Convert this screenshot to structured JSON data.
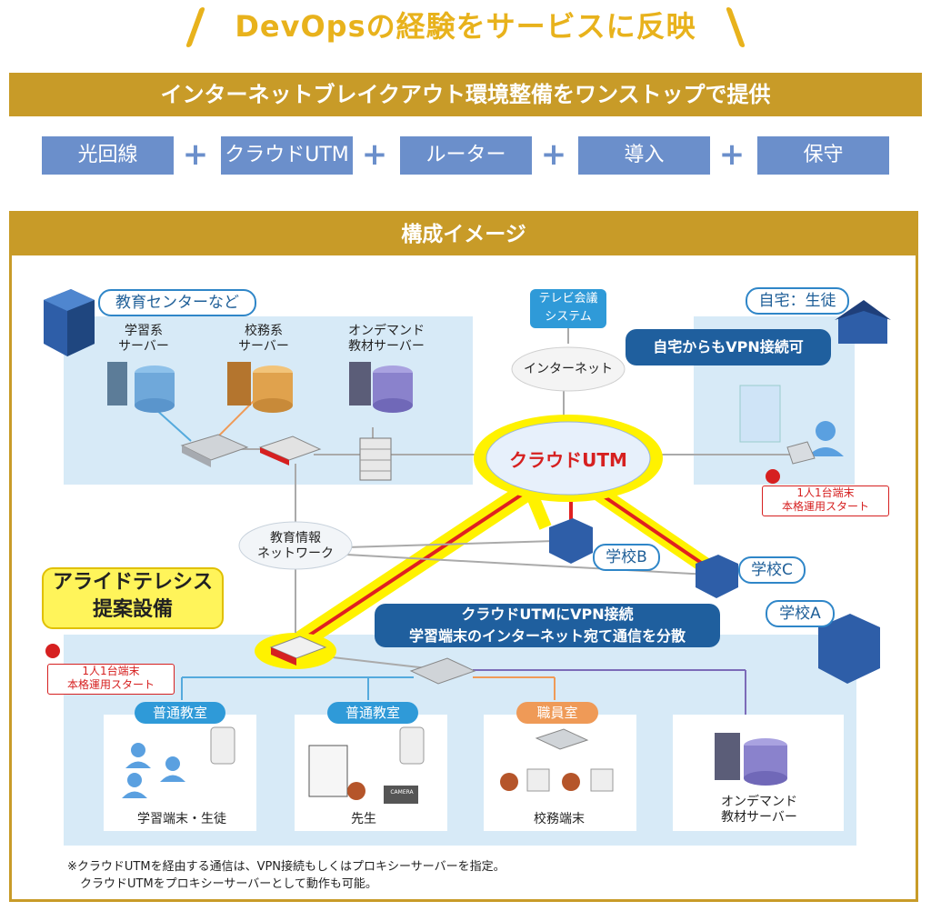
{
  "header": {
    "title": "DevOpsの経験をサービスに反映",
    "banner": "インターネットブレイクアウト環境整備をワンストップで提供"
  },
  "components": [
    "光回線",
    "クラウドUTM",
    "ルーター",
    "導入",
    "保守"
  ],
  "plus_sign": "+",
  "diagram": {
    "title": "構成イメージ",
    "education_center": "教育センターなど",
    "learning_server": "学習系\nサーバー",
    "admin_server": "校務系\nサーバー",
    "ondemand_server": "オンデマンド\n教材サーバー",
    "tv_conf": "テレビ会議\nシステム",
    "internet": "インターネット",
    "cloud_utm": "クラウドUTM",
    "home": "自宅：生徒",
    "home_vpn": "自宅からもVPN接続可",
    "one_device_home": "1人1台端末\n本格運用スタート",
    "edu_network": "教育情報\nネットワーク",
    "school_b": "学校B",
    "school_c": "学校C",
    "school_a": "学校A",
    "allied": "アライドテレシス\n提案設備",
    "vpn_callout": "クラウドUTMにVPN接続\n学習端末のインターネット宛て通信を分散",
    "one_device_school": "1人1台端末\n本格運用スタート",
    "room1": "普通教室",
    "room2": "普通教室",
    "room3": "職員室",
    "student_terminal": "学習端末・生徒",
    "teacher": "先生",
    "admin_terminal": "校務端末",
    "ondemand_server2": "オンデマンド\n教材サーバー",
    "camera": "CAMERA",
    "note1": "※クラウドUTMを経由する通信は、VPN接続もしくはプロキシーサーバーを指定。",
    "note2": "クラウドUTMをプロキシーサーバーとして動作も可能。"
  },
  "colors": {
    "gold": "#c89b28",
    "title_gold": "#e8b21c",
    "pill_blue": "#6b8fcb",
    "zone_blue": "#d7eaf7",
    "utm_red": "#e02020",
    "vpn_yellow": "#fff200"
  }
}
